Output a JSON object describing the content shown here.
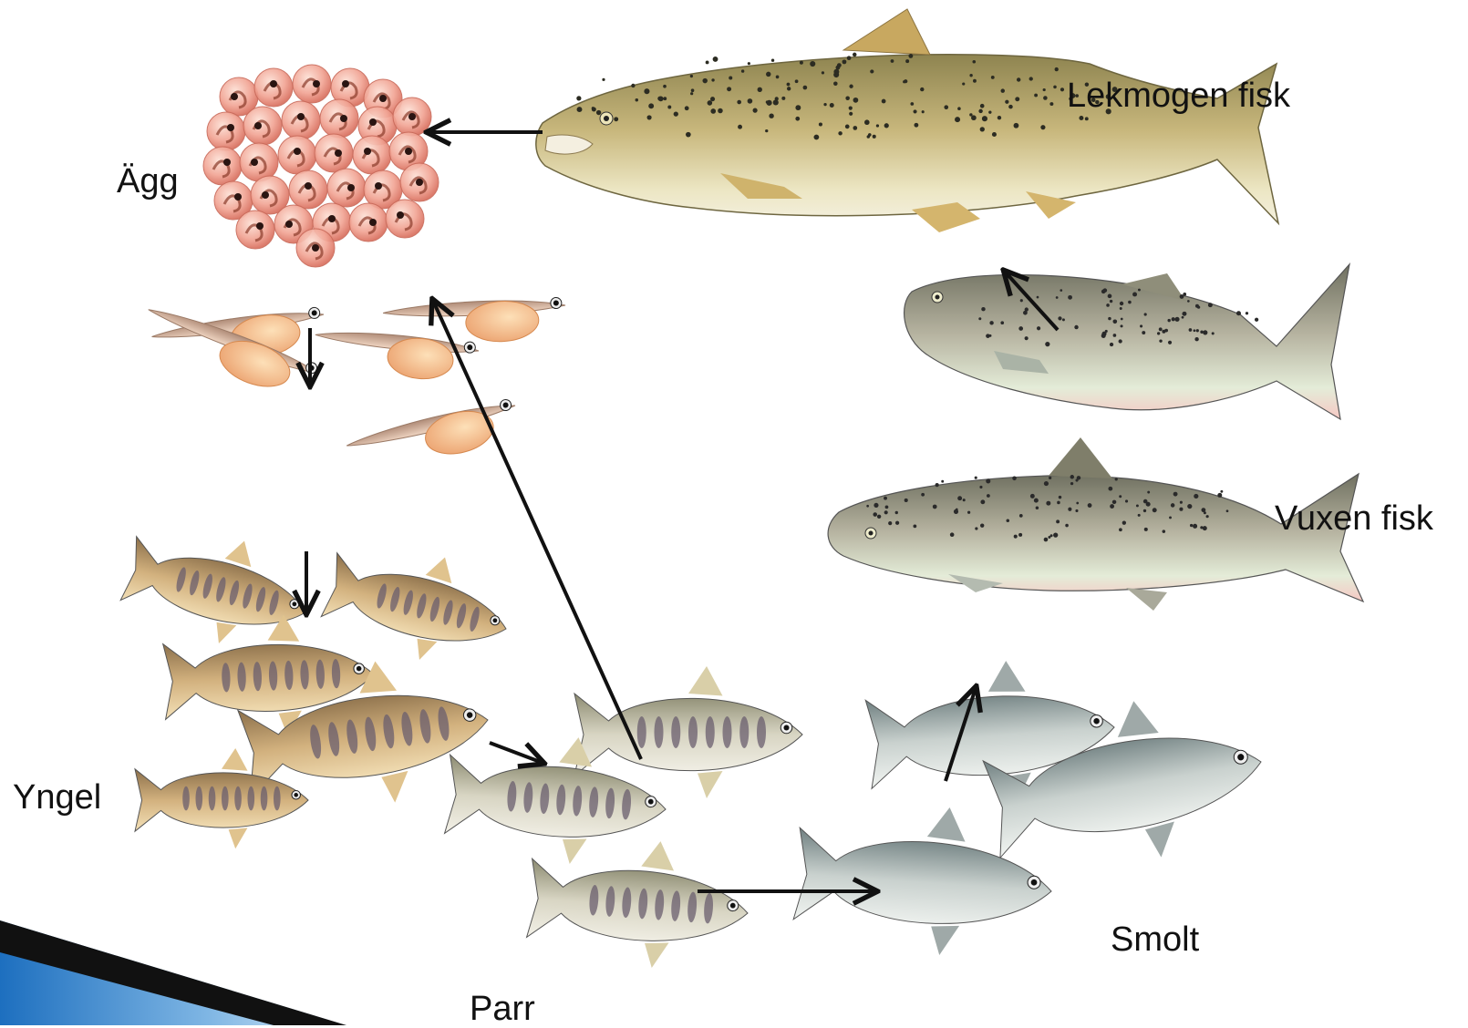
{
  "labels": {
    "egg": "Ägg",
    "spawning_fish": "Lekmogen fisk",
    "adult_fish": "Vuxen fisk",
    "fry": "Yngel",
    "smolt": "Smolt",
    "parr": "Parr"
  },
  "colors": {
    "arrow": "#111111",
    "egg": "#f0a290",
    "alevin_yolk": "#f6bf90",
    "spawning_body": "#c4b37c",
    "adult_body": "#a9a791",
    "parr_body": "#c7c6b6",
    "smolt_body": "#c2c9c6",
    "slide_accent": "#2a7fc8"
  }
}
